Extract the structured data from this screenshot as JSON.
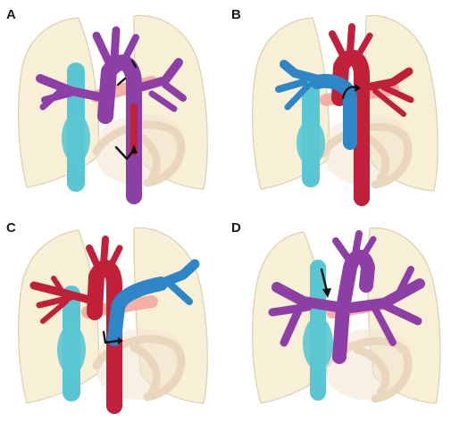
{
  "panels": [
    {
      "id": "A",
      "label": "A",
      "colors": {
        "aorta": "#8e3fa6",
        "pulmonary": "#8e3fa6",
        "svc": "#5bc6d3"
      }
    },
    {
      "id": "B",
      "label": "B",
      "colors": {
        "aorta": "#c1203a",
        "pulmonary": "#2f86c6",
        "svc": "#5bc6d3"
      }
    },
    {
      "id": "C",
      "label": "C",
      "colors": {
        "aorta": "#c1203a",
        "pulmonary": "#2f86c6",
        "svc": "#5bc6d3"
      }
    },
    {
      "id": "D",
      "label": "D",
      "colors": {
        "aorta": "#8e3fa6",
        "pulmonary": "#8e3fa6",
        "svc": "#5bc6d3"
      }
    }
  ],
  "palette": {
    "lung": "#f7efd6",
    "heart": "#e9d6bd",
    "atrium_pink": "#f2a39a",
    "svc_blue": "#5bc6d3",
    "aorta_red": "#c1203a",
    "pulmonary_blue": "#2f86c6",
    "common_purple": "#8e3fa6",
    "arrow": "#111111"
  }
}
